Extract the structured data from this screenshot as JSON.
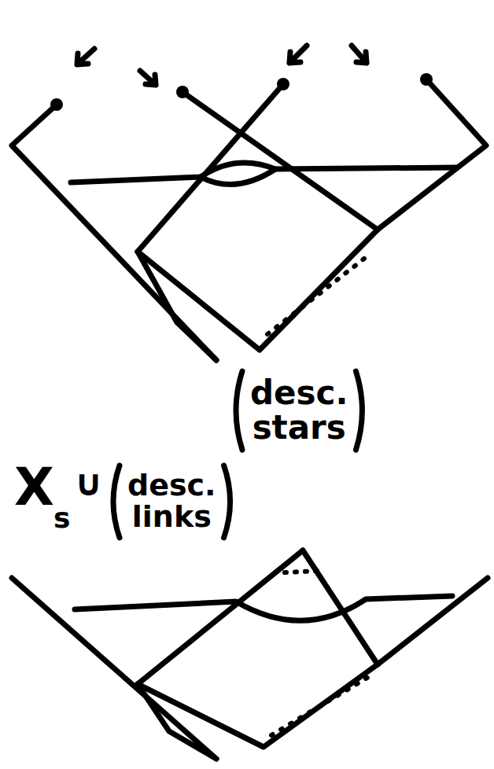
{
  "diagram": {
    "labels": [
      "X",
      "s",
      "∪",
      "desc. links",
      "desc. stars"
    ]
  }
}
